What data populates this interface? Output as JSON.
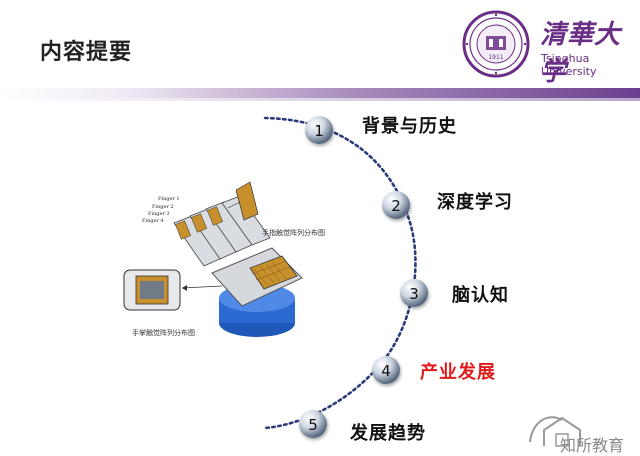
{
  "slide": {
    "title": "内容提要"
  },
  "logo": {
    "seal_text": "1911",
    "name_cn": "清華大学",
    "name_en": "Tsinghua University",
    "brand_color": "#6b2e86"
  },
  "outline": {
    "items": [
      {
        "number": "1",
        "label": "背景与历史",
        "active": false
      },
      {
        "number": "2",
        "label": "深度学习",
        "active": false
      },
      {
        "number": "3",
        "label": "脑认知",
        "active": false
      },
      {
        "number": "4",
        "label": "产业发展",
        "active": true
      },
      {
        "number": "5",
        "label": "发展趋势",
        "active": false
      }
    ],
    "active_color": "#e01a1a"
  },
  "figure": {
    "finger_labels": [
      "Finger 1",
      "Finger 2",
      "Finger 3",
      "Finger 4"
    ],
    "caption_right": "手指触觉阵列分布图",
    "caption_bottom": "手掌触觉阵列分布图"
  },
  "watermark": {
    "text": "知所教育"
  }
}
